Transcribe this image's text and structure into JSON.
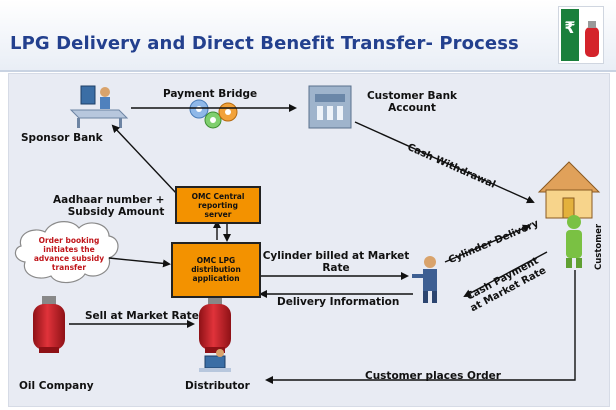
{
  "title": "LPG Delivery and Direct Benefit Transfer- Process",
  "nodes": {
    "sponsor_bank": "Sponsor Bank",
    "customer_bank": [
      "Customer Bank",
      "Account"
    ],
    "omc_central": [
      "OMC Central",
      "reporting",
      "server"
    ],
    "omc_lpg": [
      "OMC LPG",
      "distribution",
      "application"
    ],
    "oil_company": "Oil Company",
    "distributor": "Distributor",
    "customer": "Customer",
    "cloud": [
      "Order booking",
      "initiates the",
      "advance subsidy",
      "transfer"
    ]
  },
  "flows": {
    "payment_bridge": "Payment Bridge",
    "aadhaar": [
      "Aadhaar number  +",
      "Subsidy Amount"
    ],
    "cylinder_billed": [
      "Cylinder billed at Market",
      "Rate"
    ],
    "delivery_info": "Delivery Information",
    "sell_market": "Sell at Market Rate",
    "cash_withdrawal": "Cash Withdrawal",
    "cylinder_delivery": "Cylinder Delivery",
    "cash_payment": [
      "Cash Payment",
      "at Market Rate"
    ],
    "customer_order": "Customer places Order"
  },
  "colors": {
    "title": "#23408e",
    "box": "#f39200",
    "cylinder": "#d4232b",
    "cloud_text": "#c0161b"
  }
}
